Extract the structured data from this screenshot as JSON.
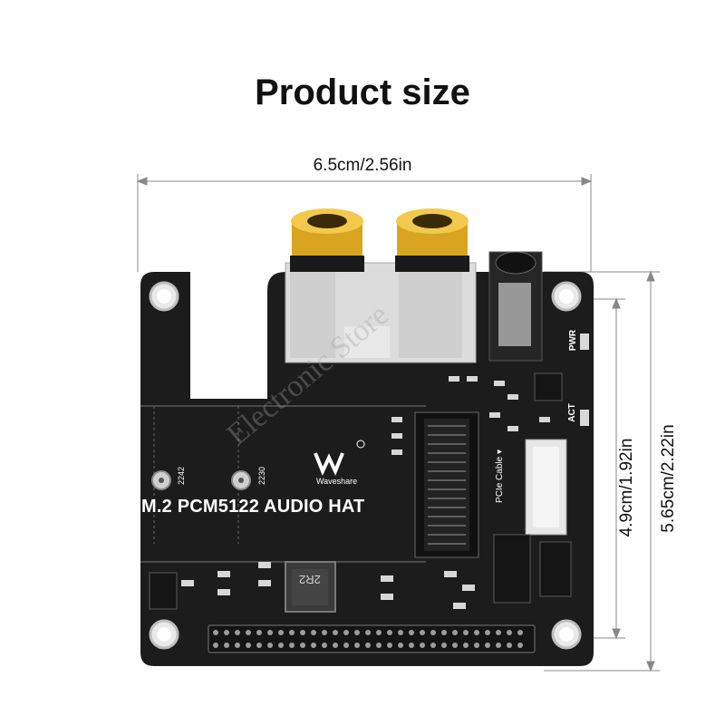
{
  "page": {
    "title": "Product size",
    "watermark": "Electronic Store"
  },
  "dimensions": {
    "width_label": "6.5cm/2.56in",
    "inner_height_label": "4.9cm/1.92in",
    "outer_height_label": "5.65cm/2.22in"
  },
  "board": {
    "name": "M.2 PCM5122 AUDIO HAT",
    "brand": "Waveshare",
    "slot_2242": "2242",
    "slot_2230": "2230",
    "cable_label": "PCIe Cable ▾",
    "pwr_label": "PWR",
    "act_label": "ACT",
    "inductor_marking": "2R2"
  },
  "colors": {
    "pcb": "#1c1c1c",
    "gold": "#d9a520",
    "silk": "#ffffff"
  }
}
